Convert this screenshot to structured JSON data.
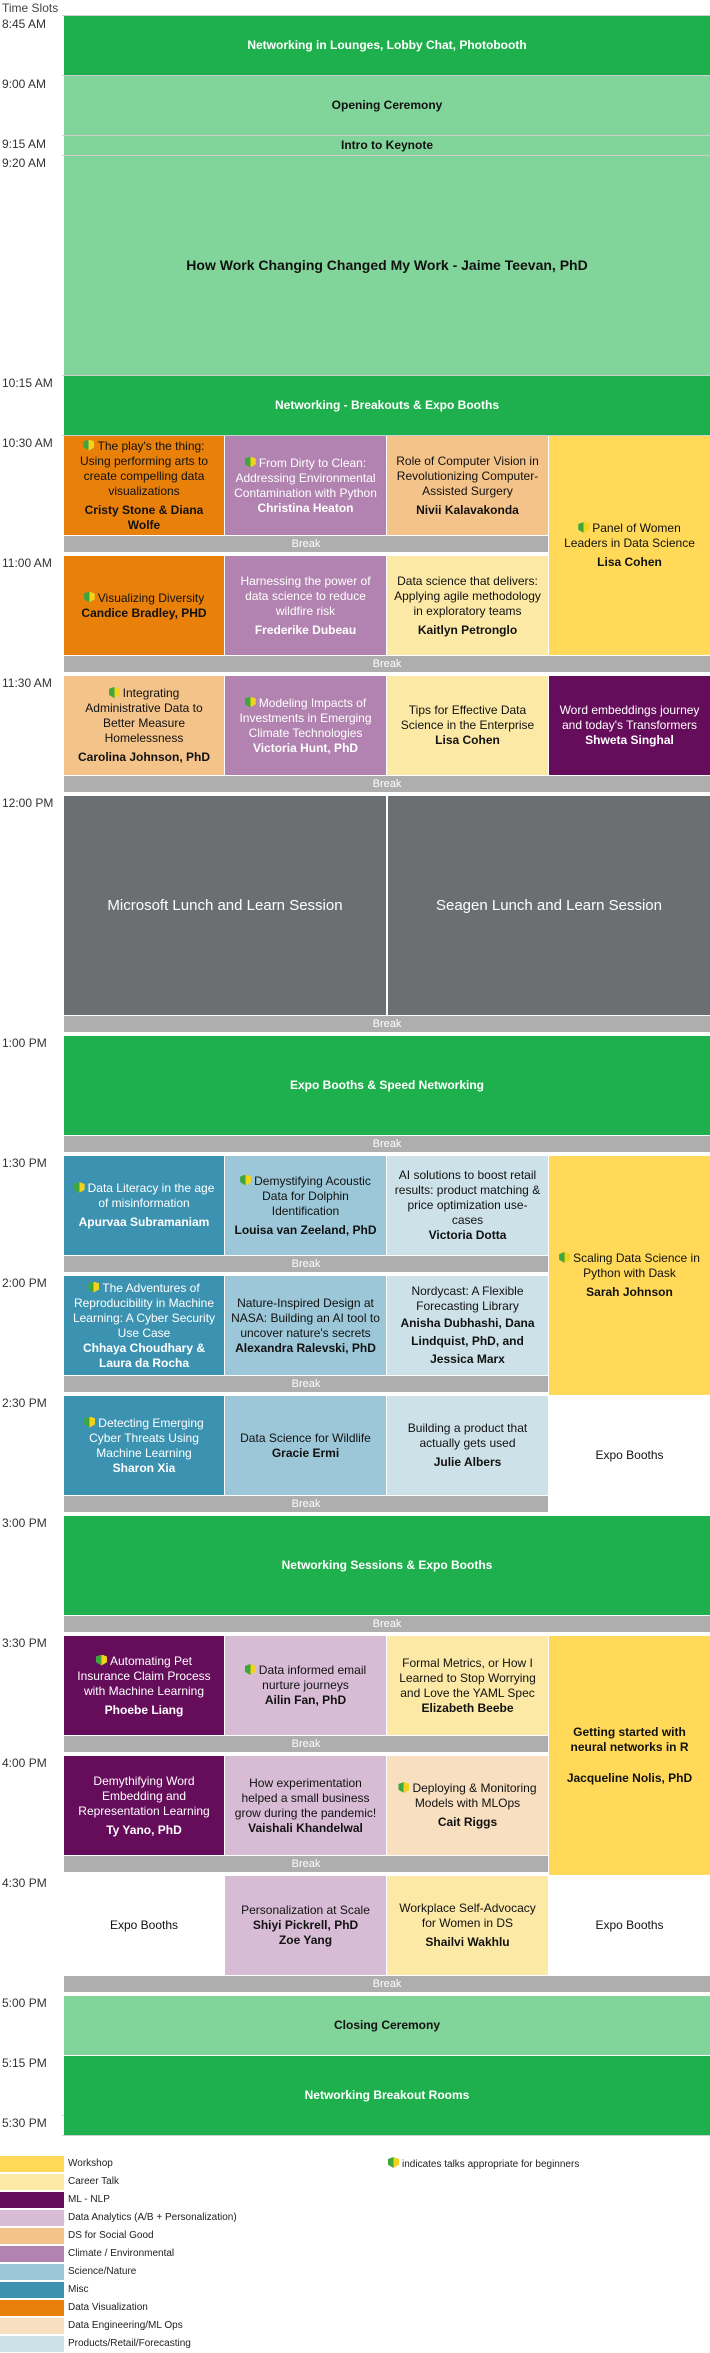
{
  "header": {
    "time_slots": "Time Slots"
  },
  "times": {
    "t0845": "8:45 AM",
    "t0900": "9:00 AM",
    "t0915": "9:15 AM",
    "t0920": "9:20 AM",
    "t1015": "10:15 AM",
    "t1030": "10:30 AM",
    "t1100": "11:00 AM",
    "t1130": "11:30 AM",
    "t1200": "12:00 PM",
    "t1300": "1:00 PM",
    "t1330": "1:30 PM",
    "t1400": "2:00 PM",
    "t1430": "2:30 PM",
    "t1500": "3:00 PM",
    "t1530": "3:30 PM",
    "t1600": "4:00 PM",
    "t1630": "4:30 PM",
    "t1700": "5:00 PM",
    "t1715": "5:15 PM",
    "t1730": "5:30 PM"
  },
  "break_label": "Break",
  "sessions": {
    "networking_lounges": "Networking in Lounges, Lobby Chat, Photobooth",
    "opening": "Opening Ceremony",
    "intro_keynote": "Intro to Keynote",
    "keynote": "How Work Changing Changed My Work - Jaime Teevan, PhD",
    "networking_breakouts": "Networking - Breakouts & Expo Booths",
    "s1030a_t": "The play's the thing: Using performing arts to create compelling data visualizations",
    "s1030a_s": "Cristy Stone & Diana Wolfe",
    "s1030b_t": "From Dirty to Clean: Addressing Environmental Contamination with Python",
    "s1030b_s": "Christina Heaton",
    "s1030c_t": "Role of Computer Vision in Revolutionizing Computer-Assisted Surgery",
    "s1030c_s": "Nivii Kalavakonda",
    "s1030d_t": "Panel of Women Leaders in Data Science",
    "s1030d_s": "Lisa Cohen",
    "s1100a_t": "Visualizing Diversity",
    "s1100a_s": "Candice Bradley, PHD",
    "s1100b_t": "Harnessing the power of data science to reduce wildfire risk",
    "s1100b_s": "Frederike Dubeau",
    "s1100c_t": "Data science that delivers: Applying agile methodology in exploratory teams",
    "s1100c_s": "Kaitlyn Petronglo",
    "s1130a_t": "Integrating Administrative Data to Better Measure Homelessness",
    "s1130a_s": "Carolina Johnson, PhD",
    "s1130b_t": "Modeling Impacts of Investments in Emerging Climate Technologies",
    "s1130b_s": "Victoria Hunt, PhD",
    "s1130c_t": "Tips for Effective Data Science in the Enterprise",
    "s1130c_s": "Lisa Cohen",
    "s1130d_t": "Word embeddings journey and today's Transformers",
    "s1130d_s": "Shweta Singhal",
    "lunch_ms": "Microsoft Lunch and Learn Session",
    "lunch_seagen": "Seagen Lunch and Learn Session",
    "expo_speed": "Expo Booths & Speed Networking",
    "s1330a_t": "Data Literacy in the age of misinformation",
    "s1330a_s": "Apurvaa Subramaniam",
    "s1330b_t": "Demystifying Acoustic Data for Dolphin Identification",
    "s1330b_s": "Louisa van Zeeland, PhD",
    "s1330c_t": "AI solutions to boost retail results: product matching & price optimization use-cases",
    "s1330c_s": "Victoria Dotta",
    "s1330d_t": "Scaling Data Science in Python with Dask",
    "s1330d_s": "Sarah Johnson",
    "s1400a_t": "The Adventures of Reproducibility in Machine Learning: A Cyber Security Use Case",
    "s1400a_s": "Chhaya Choudhary & Laura da Rocha",
    "s1400b_t": "Nature-Inspired Design at NASA: Building an AI tool to uncover nature's secrets",
    "s1400b_s": "Alexandra Ralevski, PhD",
    "s1400c_t": "Nordycast: A Flexible Forecasting Library",
    "s1400c_s": "Anisha Dubhashi, Dana Lindquist, PhD, and Jessica Marx",
    "s1430a_t": "Detecting Emerging Cyber Threats Using Machine Learning",
    "s1430a_s": "Sharon Xia",
    "s1430b_t": "Data Science for Wildlife",
    "s1430b_s": "Gracie Ermi",
    "s1430c_t": "Building a product that actually gets used",
    "s1430c_s": "Julie Albers",
    "expo_booths": "Expo Booths",
    "networking_sessions": "Networking Sessions & Expo Booths",
    "s1530a_t": "Automating Pet Insurance Claim Process with Machine Learning",
    "s1530a_s": "Phoebe Liang",
    "s1530b_t": "Data informed email nurture journeys",
    "s1530b_s": "Ailin Fan, PhD",
    "s1530c_t": "Formal Metrics, or How I Learned to Stop Worrying and Love the YAML Spec",
    "s1530c_s": "Elizabeth Beebe",
    "s1530d_t": "Getting started with neural networks in R",
    "s1530d_s": "Jacqueline Nolis, PhD",
    "s1600a_t": "Demythifying Word Embedding and Representation Learning",
    "s1600a_s": "Ty Yano, PhD",
    "s1600b_t": "How experimentation helped a small business grow during the pandemic!",
    "s1600b_s": "Vaishali Khandelwal",
    "s1600c_t": "Deploying & Monitoring Models with MLOps",
    "s1600c_s": "Cait Riggs",
    "s1630b_t": "Personalization at Scale",
    "s1630b_s": "Shiyi Pickrell, PhD\nZoe Yang",
    "s1630c_t": "Workplace Self-Advocacy for Women in DS",
    "s1630c_s": "Shailvi Wakhlu",
    "closing": "Closing Ceremony",
    "networking_rooms": "Networking Breakout Rooms"
  },
  "legend": {
    "workshop": "Workshop",
    "career": "Career Talk",
    "nlp": "ML - NLP",
    "analytics": "Data Analytics (A/B + Personalization)",
    "social": "DS for Social Good",
    "climate": "Climate / Environmental",
    "science": "Science/Nature",
    "misc": "Misc",
    "viz": "Data Visualization",
    "eng": "Data Engineering/ML Ops",
    "prod": "Products/Retail/Forecasting",
    "beginner_note": "indicates talks appropriate for beginners"
  },
  "colors": {
    "workshop": "#ffd957",
    "career": "#fde9a6",
    "nlp": "#650c5a",
    "analytics": "#d8bcd6",
    "social": "#f4c38a",
    "climate": "#b283b0",
    "science": "#9bc7d8",
    "misc": "#3b93b1",
    "viz": "#e8800a",
    "eng": "#f7dfc0",
    "prod": "#cde1e8",
    "networking": "#1eb04c",
    "ceremony": "#82d59a",
    "lunch": "#6b6f72",
    "break": "#aeaeae"
  },
  "icons": {
    "beginner": "beginner-leaf-icon"
  }
}
